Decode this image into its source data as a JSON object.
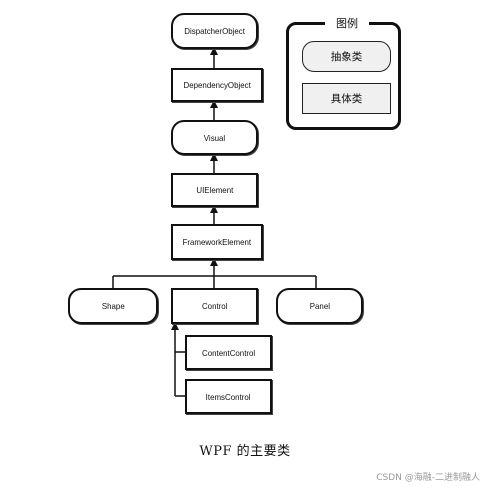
{
  "diagram": {
    "nodes": {
      "dispatcher_object": "DispatcherObject",
      "dependency_object": "DependencyObject",
      "visual": "Visual",
      "ui_element": "UIElement",
      "framework_element": "FrameworkElement",
      "shape": "Shape",
      "control": "Control",
      "panel": "Panel",
      "content_control": "ContentControl",
      "items_control": "ItemsControl"
    },
    "legend": {
      "title": "图例",
      "abstract_label": "抽象类",
      "concrete_label": "具体类"
    },
    "caption": "WPF 的主要类"
  },
  "watermark": "CSDN @海融-二进制融人",
  "colors": {
    "stroke": "#111111",
    "legend_fill": "#f0f0f0",
    "watermark": "#9a9a9a"
  }
}
